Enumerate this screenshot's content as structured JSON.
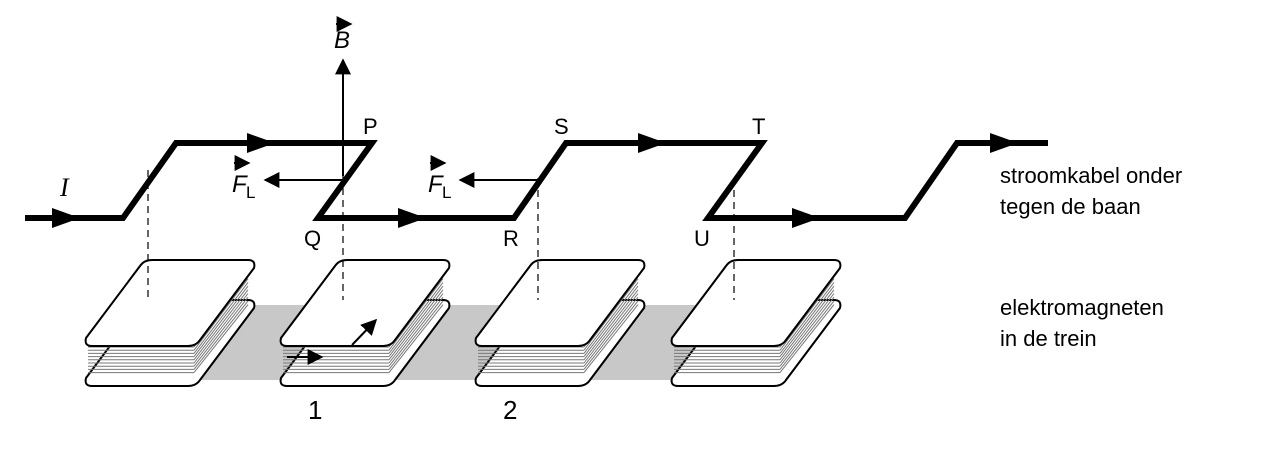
{
  "labels": {
    "current": "I",
    "field_B": "B",
    "force_F": "F",
    "force_sub": "L",
    "points": [
      "P",
      "Q",
      "R",
      "S",
      "T",
      "U"
    ],
    "magnet_numbers": [
      "1",
      "2"
    ]
  },
  "captions": {
    "cable_line1": "stroomkabel onder",
    "cable_line2": "tegen de baan",
    "magnets_line1": "elektromagneten",
    "magnets_line2": "in de trein"
  },
  "colors": {
    "ink": "#000000",
    "train_body": "#c8c8c8"
  }
}
